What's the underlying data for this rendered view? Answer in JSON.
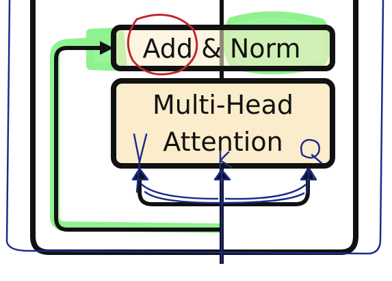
{
  "blocks": {
    "add_norm": {
      "label": "Add & Norm"
    },
    "attention": {
      "label_line1": "Multi-Head",
      "label_line2": "Attention"
    }
  },
  "colors": {
    "block_fill": "#fbeccb",
    "stroke": "#111111",
    "highlight": "#7cf07c",
    "circle_annotation": "#c0262b",
    "pen_annotation": "#1b2a8c"
  }
}
